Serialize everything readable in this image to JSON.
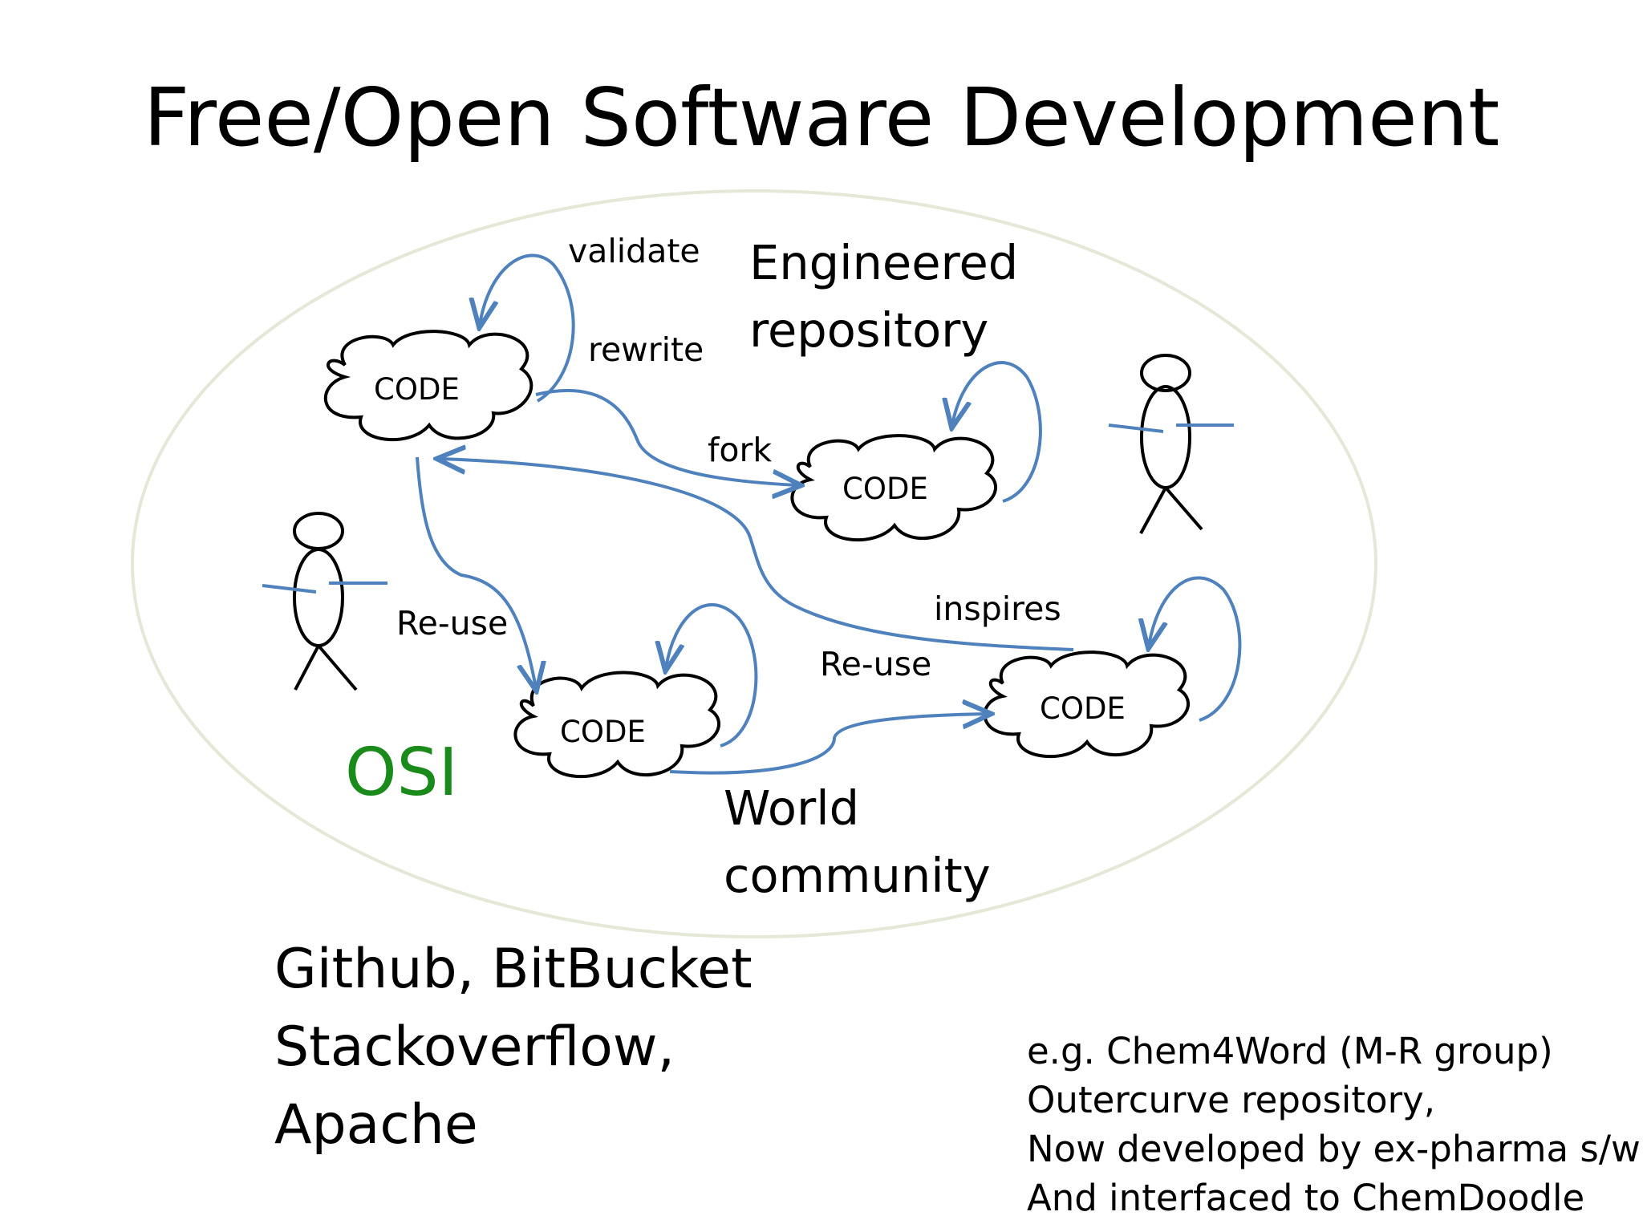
{
  "title": "Free/Open Software Development",
  "diagram": {
    "code_label": "CODE",
    "edge_labels": {
      "validate": "validate",
      "rewrite": "rewrite",
      "fork": "fork",
      "reuse_left": "Re-use",
      "reuse_right": "Re-use",
      "inspires": "inspires"
    },
    "group_labels": {
      "engineered": [
        "Engineered",
        "repository"
      ],
      "world": [
        "World",
        "community"
      ],
      "osi": "OSI"
    },
    "colors": {
      "arrow": "#4f81bd",
      "osi": "#1a8a1a",
      "ellipse": "#e4e8d6"
    }
  },
  "bottom_left": [
    "Github, BitBucket",
    "Stackoverflow,",
    "Apache"
  ],
  "bottom_right": [
    "e.g. Chem4Word (M-R group)",
    "Outercurve repository,",
    "Now developed by ex-pharma s/w",
    "And interfaced to ChemDoodle"
  ]
}
